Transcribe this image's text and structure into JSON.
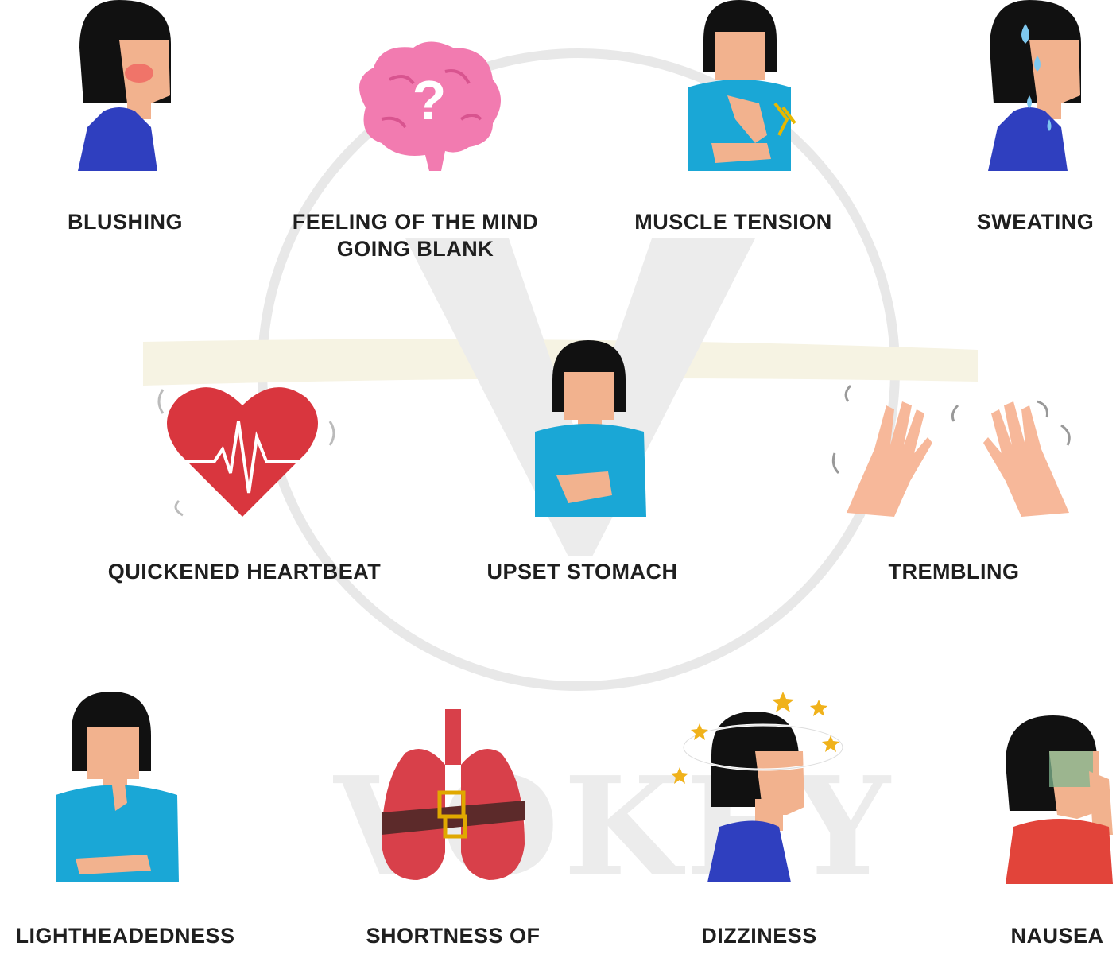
{
  "watermark": {
    "text": "VOKEY"
  },
  "symptoms": [
    {
      "label": "BLUSHING",
      "icon": "blushing-woman-icon"
    },
    {
      "label": "FEELING OF THE MIND\nGOING BLANK",
      "icon": "brain-question-icon"
    },
    {
      "label": "MUSCLE TENSION",
      "icon": "muscle-tension-woman-icon"
    },
    {
      "label": "SWEATING",
      "icon": "sweating-woman-icon"
    },
    {
      "label": "QUICKENED HEARTBEAT",
      "icon": "heartbeat-icon"
    },
    {
      "label": "UPSET STOMACH",
      "icon": "upset-stomach-woman-icon"
    },
    {
      "label": "TREMBLING",
      "icon": "trembling-hands-icon"
    },
    {
      "label": "LIGHTHEADEDNESS",
      "icon": "lightheaded-woman-icon"
    },
    {
      "label": "SHORTNESS OF",
      "icon": "belted-lungs-icon"
    },
    {
      "label": "DIZZINESS",
      "icon": "dizzy-woman-icon"
    },
    {
      "label": "NAUSEA",
      "icon": "nauseous-woman-icon"
    }
  ],
  "colors": {
    "hair": "#111111",
    "skin": "#f2b28e",
    "blue_shirt": "#2f3fbf",
    "teal_shirt": "#1aa7d6",
    "red_shirt": "#e2443a",
    "heart_red": "#d9363e",
    "brain_pink": "#f27bb0",
    "lungs_red": "#d8404a"
  }
}
